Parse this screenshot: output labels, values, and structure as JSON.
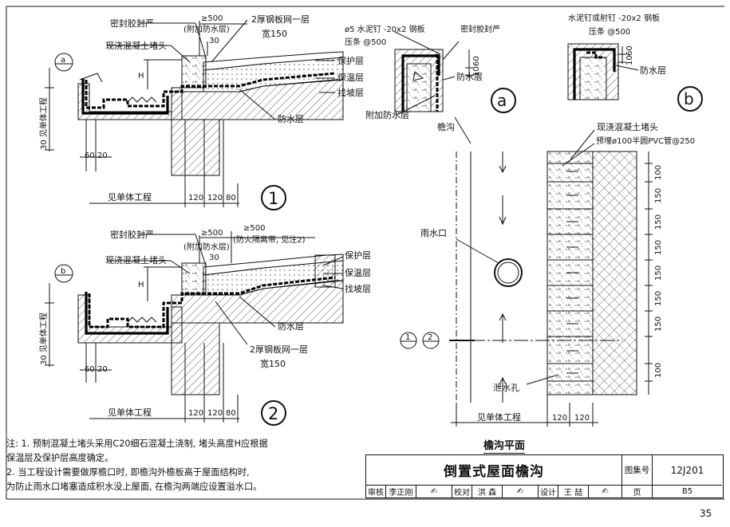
{
  "detail1": {
    "labels": {
      "sealant": "密封胶封严",
      "concrete_cap": "现浇混凝土堵头",
      "steel_strip": "2厚钢板网一层",
      "width150": "宽150",
      "min500": "≥500",
      "extra_waterproof": "(附加防水层)",
      "d30": "30",
      "protect": "保护层",
      "insulation": "保温层",
      "slope": "找坡层",
      "waterproof": "防水层",
      "h": "H",
      "see_unit": "30 见单体工程",
      "d60": "60",
      "d20": "20",
      "see_unit_bottom": "见单体工程",
      "d120a": "120",
      "d120b": "120",
      "d80": "80",
      "callout": "a",
      "number": "1"
    }
  },
  "detail2": {
    "labels": {
      "sealant": "密封胶封严",
      "concrete_cap": "现浇混凝土堵头",
      "min500a": "≥500",
      "min500b": "≥500",
      "extra_waterproof": "(附加防水层)",
      "fire_strip": "(防火隔离带, 见注2)",
      "d30": "30",
      "protect": "保护层",
      "insulation": "保温层",
      "slope": "找坡层",
      "waterproof": "防水层",
      "steel_strip": "2厚钢板网一层",
      "width150": "宽150",
      "h": "H",
      "see_unit": "30 见单体工程",
      "d60": "60",
      "d20": "20",
      "see_unit_bottom": "见单体工程",
      "d120a": "120",
      "d120b": "120",
      "d80": "80",
      "callout": "b",
      "number": "2"
    }
  },
  "detail_a": {
    "labels": {
      "nail": "ø5 水泥钉 -20x2 钢板",
      "pressbar": "压条 @500",
      "sealant": "密封胶封严",
      "d60": "60",
      "d10": "10",
      "waterproof": "防水层",
      "extra": "附加防水层",
      "tag": "a"
    }
  },
  "detail_b": {
    "labels": {
      "nail": "水泥钉或射钉 -20x2 钢板",
      "pressbar": "压条 @500",
      "d60": "60",
      "d10": "10",
      "waterproof": "防水层",
      "tag": "b"
    }
  },
  "plan": {
    "labels": {
      "gutter": "檐沟",
      "cap": "现浇混凝土堵头",
      "pvc": "预埋ø100半圆PVC管@250",
      "outlet": "雨水口",
      "drain": "泄水孔",
      "see_unit": "见单体工程",
      "d120a": "120",
      "d120b": "120",
      "ref1": "1",
      "ref2": "2",
      "title": "檐沟平面"
    },
    "spacing": [
      "100",
      "150",
      "150",
      "150",
      "150",
      "150",
      "150",
      "100"
    ]
  },
  "notes": {
    "lines": [
      "注: 1. 预制混凝土堵头采用C20细石混凝土浇制, 堵头高度H应根据",
      "       保温层及保护层高度确定。",
      "    2. 当工程设计需要做厚檐口时, 即檐沟外檐板高于屋面结构时,",
      "       为防止雨水口堵塞造成积水没上屋面, 在檐沟两端应设置溢水口。"
    ]
  },
  "titleblock": {
    "title": "倒置式屋面檐沟",
    "atlas_label": "图集号",
    "atlas_no": "12J201",
    "page_label": "页",
    "page_no": "B5",
    "review_label": "审核",
    "reviewer": "李正刚",
    "check_label": "校对",
    "checker": "洪 森",
    "design_label": "设计",
    "designer": "王 喆"
  },
  "page_number": "35"
}
